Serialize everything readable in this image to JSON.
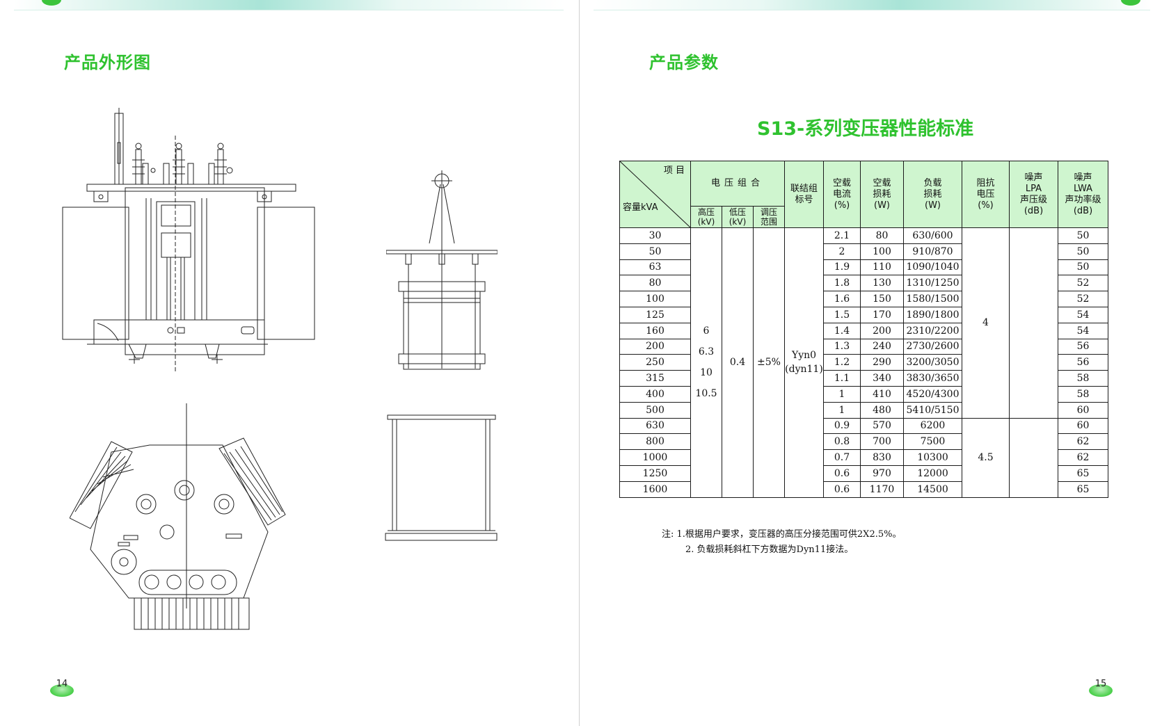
{
  "left_page": {
    "section_title": "产品外形图",
    "page_number": "14"
  },
  "right_page": {
    "section_title": "产品参数",
    "table_title": "S13-系列变压器性能标准",
    "page_number": "15",
    "table": {
      "header": {
        "item_label": "项 目",
        "capacity_label": "容量kVA",
        "voltage_combo": "电压组合",
        "hv": "高压",
        "hv_unit": "(kV)",
        "lv": "低压",
        "lv_unit": "(kV)",
        "tap1": "调压",
        "tap2": "范围",
        "conn1": "联结组",
        "conn2": "标号",
        "noload_current1": "空载",
        "noload_current2": "电流",
        "noload_current3": "(%)",
        "noload_loss1": "空载",
        "noload_loss2": "损耗",
        "noload_loss3": "(W)",
        "load_loss1": "负载",
        "load_loss2": "损耗",
        "load_loss3": "(W)",
        "impedance1": "阻抗",
        "impedance2": "电压",
        "impedance3": "(%)",
        "lpa1": "噪声",
        "lpa2": "LPA",
        "lpa3": "声压级",
        "lpa4": "(dB)",
        "lwa1": "噪声",
        "lwa2": "LWA",
        "lwa3": "声功率级",
        "lwa4": "(dB)"
      },
      "hv_values": [
        "6",
        "6.3",
        "10",
        "10.5"
      ],
      "lv_value": "0.4",
      "tap_value": "±5%",
      "conn_value1": "Yyn0",
      "conn_value2": "(dyn11)",
      "impedance_a": "4",
      "impedance_b": "4.5",
      "rows": [
        {
          "cap": "30",
          "cur": "2.1",
          "nl": "80",
          "ll": "630/600",
          "lwa": "50"
        },
        {
          "cap": "50",
          "cur": "2",
          "nl": "100",
          "ll": "910/870",
          "lwa": "50"
        },
        {
          "cap": "63",
          "cur": "1.9",
          "nl": "110",
          "ll": "1090/1040",
          "lwa": "50"
        },
        {
          "cap": "80",
          "cur": "1.8",
          "nl": "130",
          "ll": "1310/1250",
          "lwa": "52"
        },
        {
          "cap": "100",
          "cur": "1.6",
          "nl": "150",
          "ll": "1580/1500",
          "lwa": "52"
        },
        {
          "cap": "125",
          "cur": "1.5",
          "nl": "170",
          "ll": "1890/1800",
          "lwa": "54"
        },
        {
          "cap": "160",
          "cur": "1.4",
          "nl": "200",
          "ll": "2310/2200",
          "lwa": "54"
        },
        {
          "cap": "200",
          "cur": "1.3",
          "nl": "240",
          "ll": "2730/2600",
          "lwa": "56"
        },
        {
          "cap": "250",
          "cur": "1.2",
          "nl": "290",
          "ll": "3200/3050",
          "lwa": "56"
        },
        {
          "cap": "315",
          "cur": "1.1",
          "nl": "340",
          "ll": "3830/3650",
          "lwa": "58"
        },
        {
          "cap": "400",
          "cur": "1",
          "nl": "410",
          "ll": "4520/4300",
          "lwa": "58"
        },
        {
          "cap": "500",
          "cur": "1",
          "nl": "480",
          "ll": "5410/5150",
          "lwa": "60"
        },
        {
          "cap": "630",
          "cur": "0.9",
          "nl": "570",
          "ll": "6200",
          "lwa": "60"
        },
        {
          "cap": "800",
          "cur": "0.8",
          "nl": "700",
          "ll": "7500",
          "lwa": "62"
        },
        {
          "cap": "1000",
          "cur": "0.7",
          "nl": "830",
          "ll": "10300",
          "lwa": "62"
        },
        {
          "cap": "1250",
          "cur": "0.6",
          "nl": "970",
          "ll": "12000",
          "lwa": "65"
        },
        {
          "cap": "1600",
          "cur": "0.6",
          "nl": "1170",
          "ll": "14500",
          "lwa": "65"
        }
      ]
    },
    "notes": {
      "note1": "注:  1.根据用户要求，变压器的高压分接范围可供2X2.5%。",
      "note2": "2. 负载损耗斜杠下方数据为Dyn11接法。"
    }
  },
  "colors": {
    "title_green": "#2fc22f",
    "header_fill": "#cff5cf"
  }
}
